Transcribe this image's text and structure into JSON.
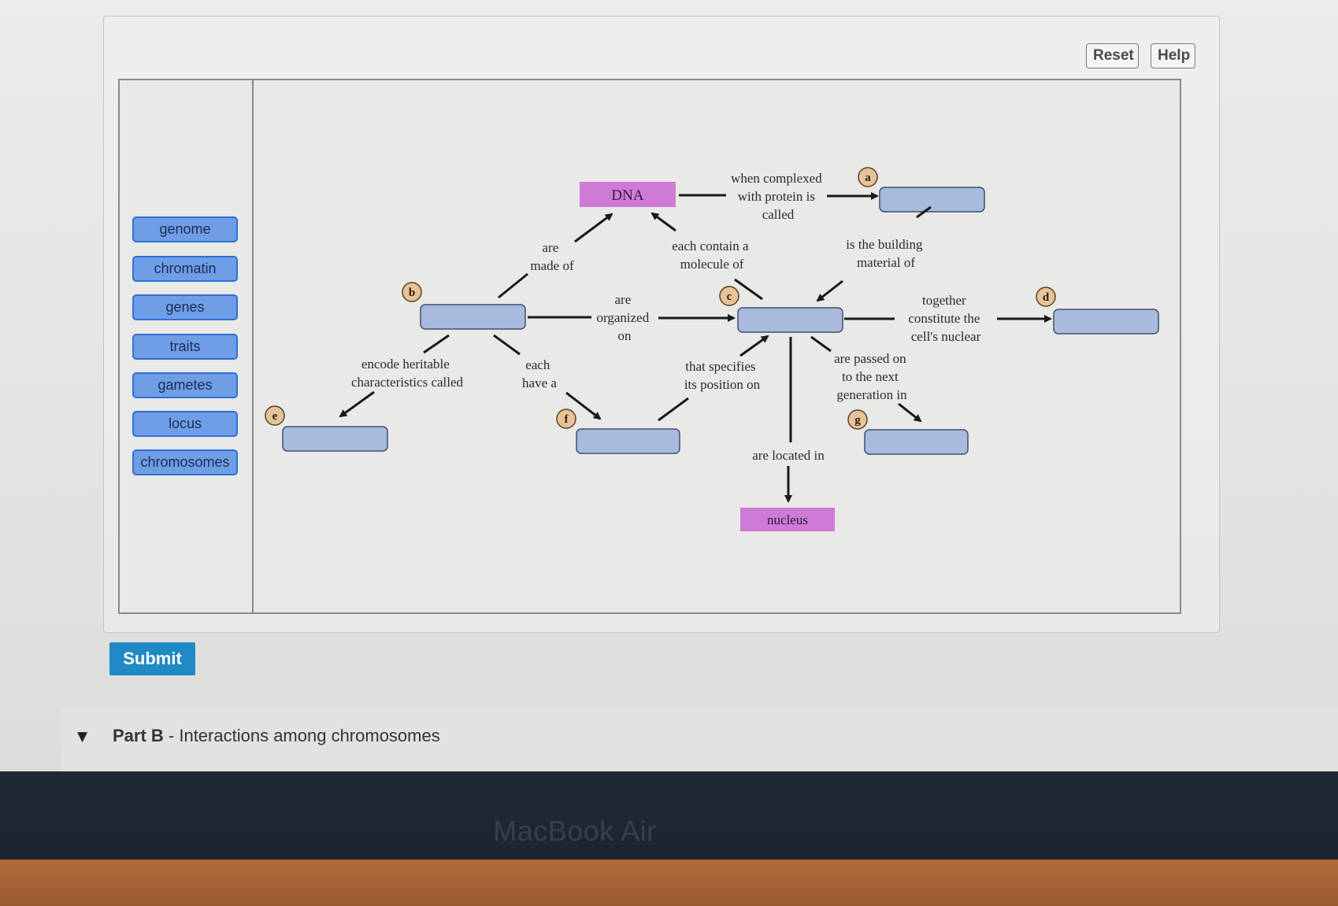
{
  "toolbar": {
    "reset_label": "Reset",
    "help_label": "Help"
  },
  "palette": {
    "chips": [
      "genome",
      "chromatin",
      "genes",
      "traits",
      "gametes",
      "locus",
      "chromosomes"
    ]
  },
  "concept_map": {
    "fixed_nodes": {
      "dna": "DNA",
      "nucleus": "nucleus"
    },
    "markers": [
      "a",
      "b",
      "c",
      "d",
      "e",
      "f",
      "g"
    ],
    "links": {
      "dna_to_a": [
        "when complexed",
        "with protein is",
        "called"
      ],
      "b_made_of_dna": [
        "are",
        "made of"
      ],
      "c_contains_dna": [
        "each contain a",
        "molecule of"
      ],
      "a_building_material": [
        "is the building",
        "material of"
      ],
      "b_organized_on_c": [
        "are",
        "organized",
        "on"
      ],
      "c_constitute_d": [
        "together",
        "constitute the",
        "cell's nuclear"
      ],
      "b_encode_e": [
        "encode heritable",
        "characteristics called"
      ],
      "b_each_have_f": [
        "each",
        "have a"
      ],
      "f_specifies_position": [
        "that specifies",
        "its position on"
      ],
      "c_passed_on_g": [
        "are passed on",
        "to the next",
        "generation in"
      ],
      "c_located_in": [
        "are located in"
      ]
    }
  },
  "submit_label": "Submit",
  "part_b": {
    "prefix": "Part B",
    "title": " - Interactions among chromosomes"
  },
  "device": {
    "brand": "MacBook Air"
  },
  "colors": {
    "chip_fill": "#6f9ee6",
    "drop_target": "#a9badf",
    "fixed_node": "#cf7ad6",
    "submit": "#1f8ac4",
    "marker": "#e7c39a"
  }
}
